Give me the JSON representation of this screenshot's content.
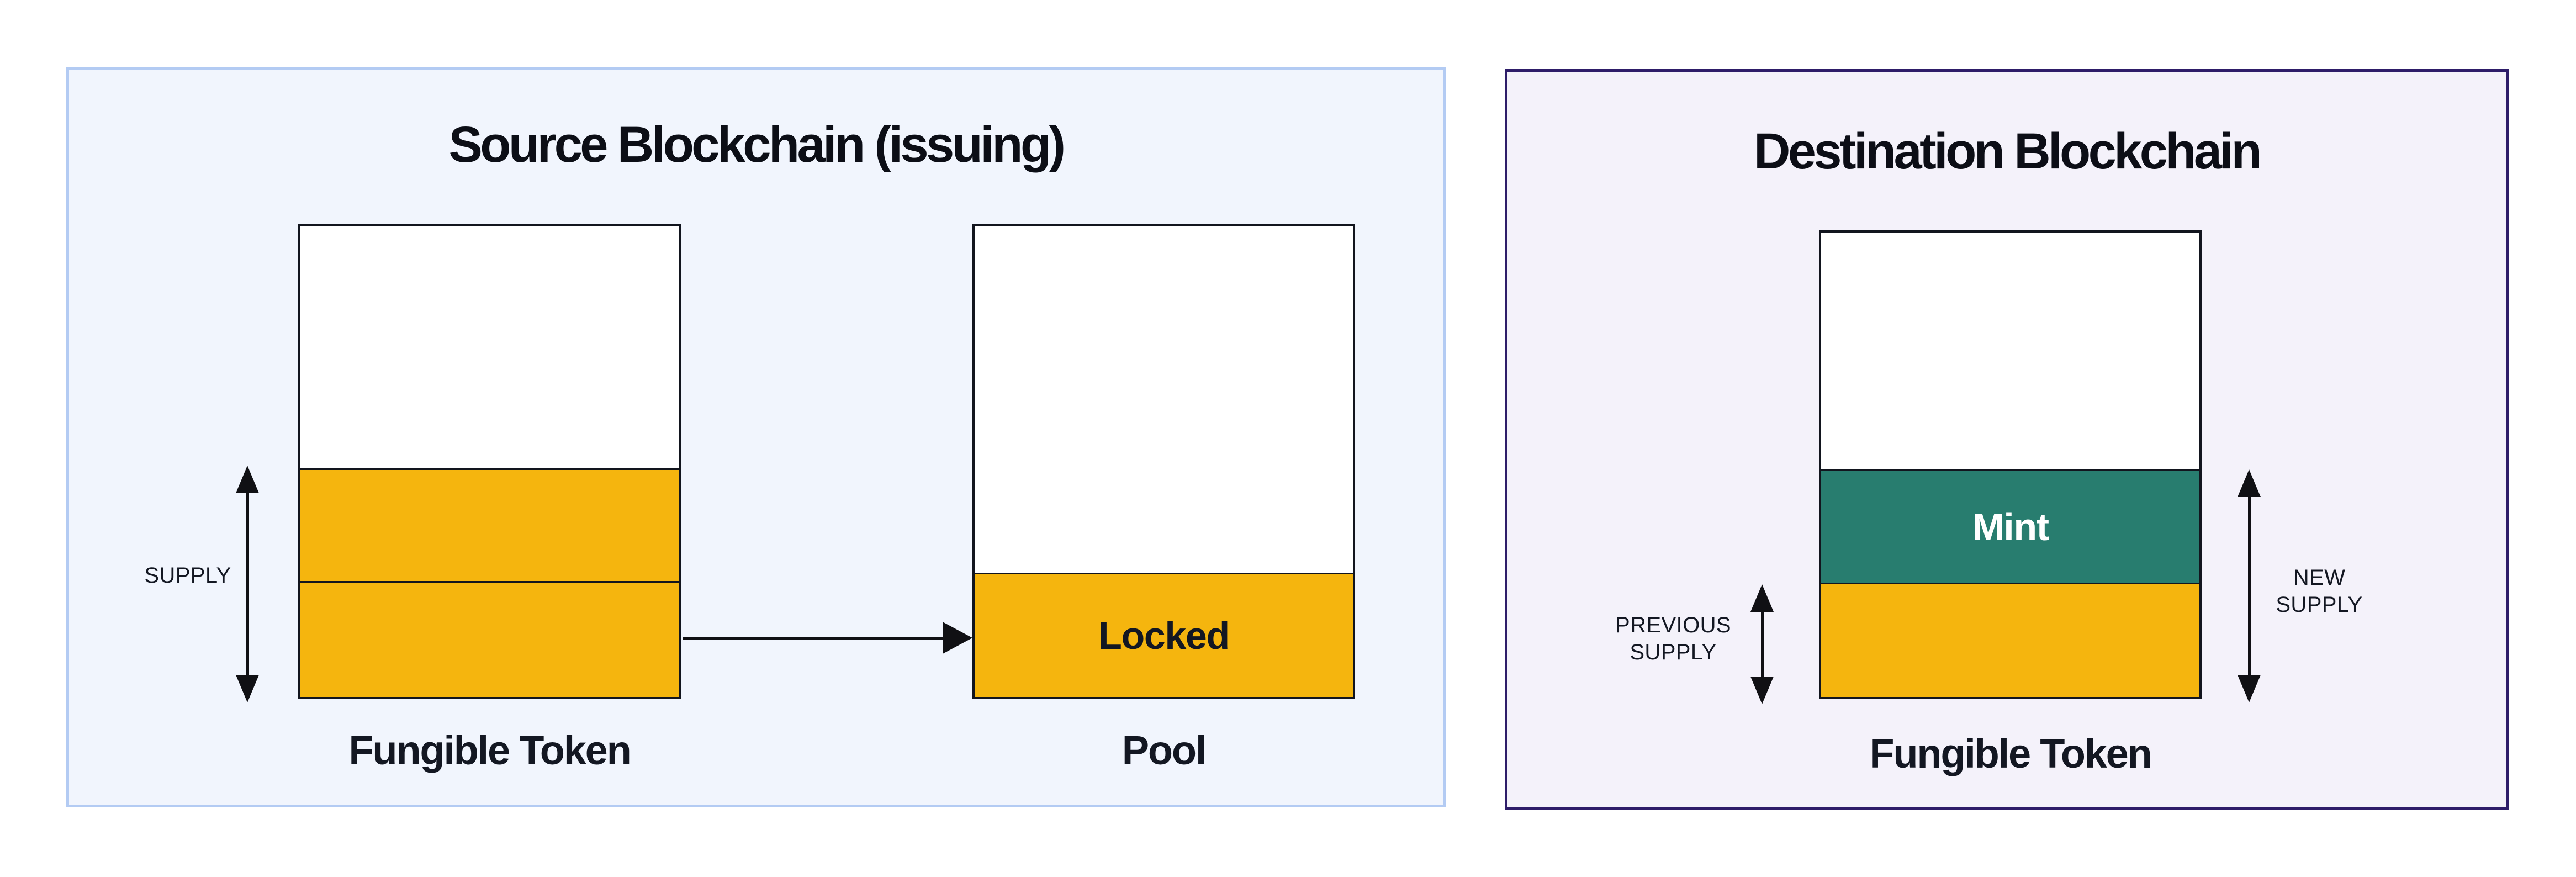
{
  "diagram": {
    "source_panel": {
      "title": "Source Blockchain (issuing)",
      "supply_label": "SUPPLY",
      "fungible_bar": {
        "label": "Fungible Token"
      },
      "pool_bar": {
        "label": "Pool",
        "locked_label": "Locked"
      }
    },
    "destination_panel": {
      "title": "Destination Blockchain",
      "previous_supply_label": "PREVIOUS SUPPLY",
      "new_supply_label": "NEW SUPPLY",
      "fungible_bar": {
        "label": "Fungible Token",
        "mint_label": "Mint"
      }
    }
  },
  "colors": {
    "page_bg": "#FFFFFF",
    "source_panel_bg": "#F1F5FD",
    "source_panel_border": "#B3CBF3",
    "dest_panel_bg": "#F4F2FA",
    "dest_panel_border": "#2E1D69",
    "token_orange": "#F5B50E",
    "mint_teal": "#287D6F",
    "bar_border": "#12151E",
    "arrow_black": "#101014",
    "title_text": "#0C0E16",
    "label_text": "#131722",
    "mint_text": "#FFFFFF",
    "locked_text": "#131722"
  }
}
